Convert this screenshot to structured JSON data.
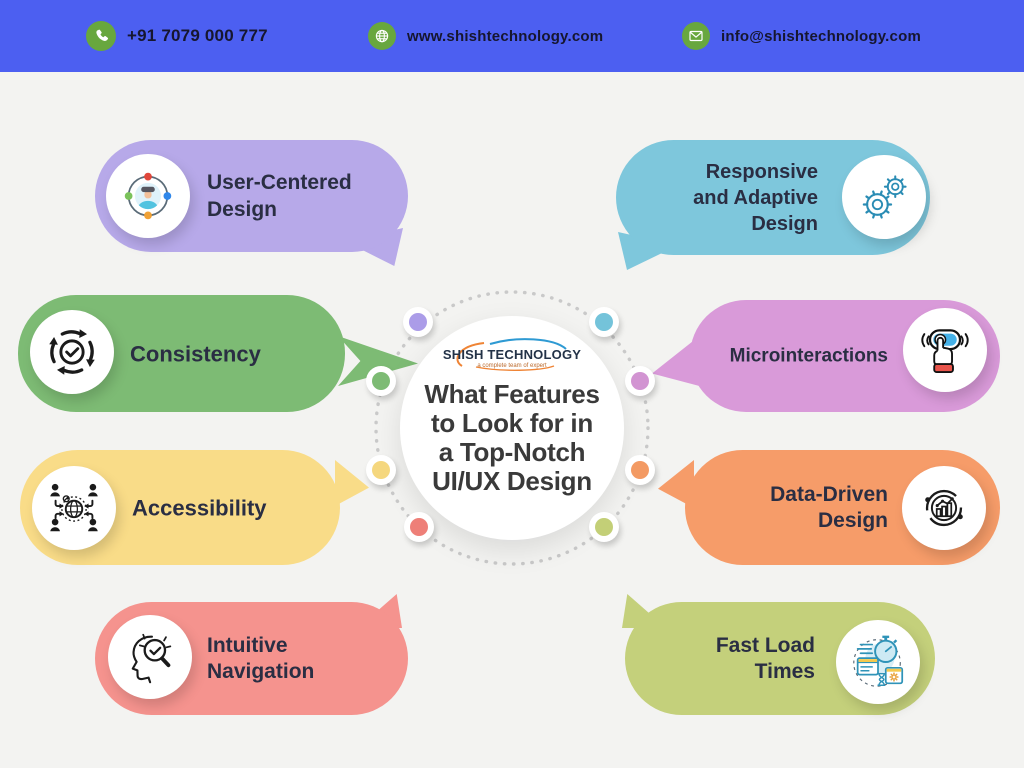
{
  "topbar": {
    "phone": "+91 7079 000 777",
    "website": "www.shishtechnology.com",
    "email": "info@shishtechnology.com"
  },
  "center": {
    "brand": "SHISH TECHNOLOGY",
    "tagline": "a complete team of expert",
    "title_lines": [
      "What Features",
      "to Look for in",
      "a Top-Notch",
      "UI/UX Design"
    ]
  },
  "bubbles": [
    {
      "id": "user-centered-design",
      "lines": [
        "User-Centered",
        "Design"
      ],
      "color": "#b7a9e9",
      "icon": "user-centered-icon"
    },
    {
      "id": "responsive-adaptive-design",
      "lines": [
        "Responsive",
        "and Adaptive",
        "Design"
      ],
      "color": "#7ec7dc",
      "icon": "gears-icon"
    },
    {
      "id": "consistency",
      "lines": [
        "Consistency"
      ],
      "color": "#7dbb74",
      "icon": "cycle-check-icon"
    },
    {
      "id": "microinteractions",
      "lines": [
        "Microinteractions"
      ],
      "color": "#d99ad9",
      "icon": "toggle-tap-icon"
    },
    {
      "id": "accessibility",
      "lines": [
        "Accessibility"
      ],
      "color": "#f9dc88",
      "icon": "globe-people-icon"
    },
    {
      "id": "data-driven-design",
      "lines": [
        "Data-Driven",
        "Design"
      ],
      "color": "#f69c69",
      "icon": "analytics-icon"
    },
    {
      "id": "intuitive-navigation",
      "lines": [
        "Intuitive",
        "Navigation"
      ],
      "color": "#f5938e",
      "icon": "head-magnifier-icon"
    },
    {
      "id": "fast-load-times",
      "lines": [
        "Fast Load",
        "Times"
      ],
      "color": "#c4d07b",
      "icon": "speed-icon"
    }
  ],
  "colors": {
    "topbar_bg": "#4c5ff1",
    "contact_badge": "#68a73e",
    "background": "#f3f3f1",
    "title_text": "#3a3a3a",
    "label_text": "#2a2e43",
    "ring_dots": [
      "#ab9ce8",
      "#74c3da",
      "#7dbb74",
      "#d294d2",
      "#f5d77e",
      "#f39a63",
      "#ee7f78",
      "#c3cf77"
    ]
  }
}
